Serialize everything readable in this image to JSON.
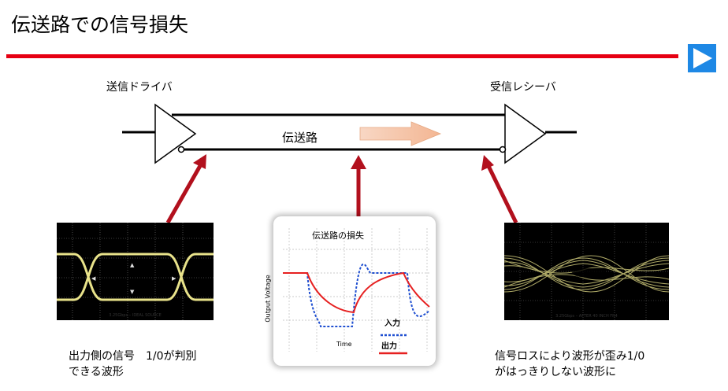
{
  "title": "伝送路での信号損失",
  "transmitter_label": "送信ドライバ",
  "receiver_label": "受信レシーバ",
  "line_label": "伝送路",
  "left_panel": {
    "scope_caption": "3.25Gbps – IDEAL SOURCE",
    "caption_line1": "出力側の信号　1/0が判別",
    "caption_line2": "できる波形"
  },
  "center_panel": {
    "chart_title": "伝送路の損失",
    "y_axis_label": "Output Voltage",
    "x_axis_label": "Time",
    "legend_input": "入力",
    "legend_output": "出力"
  },
  "right_panel": {
    "scope_caption": "3.25Gbps – AFTER 40 INCH FR4",
    "caption_line1": "信号ロスにより波形が歪み1/0",
    "caption_line2": "がはっきりしない波形に"
  },
  "colors": {
    "accent_red": "#e60012",
    "nav_blue": "#1e88e5",
    "eye_yellow": "#f0e68c",
    "input_blue": "#1f4fd1",
    "output_red": "#e62020"
  },
  "icons": {
    "next": "play-triangle-icon"
  }
}
